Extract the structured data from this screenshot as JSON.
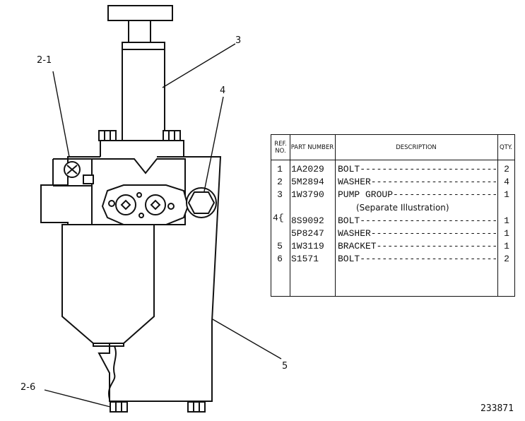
{
  "callouts": {
    "c2_1": "2-1",
    "c3": "3",
    "c4": "4",
    "c5": "5",
    "c2_6": "2-6"
  },
  "table": {
    "headers": {
      "ref": "REF. NO.",
      "part": "PART NUMBER",
      "desc": "DESCRIPTION",
      "qty": "QTY."
    },
    "rows": [
      {
        "ref": "1",
        "part": "1A2029",
        "desc": "BOLT----------------------------",
        "qty": "2"
      },
      {
        "ref": "2",
        "part": "5M2894",
        "desc": "WASHER--------------------------",
        "qty": "4"
      },
      {
        "ref": "3",
        "part": "1W3790",
        "desc": "PUMP GROUP----------------------",
        "qty": "1"
      },
      {
        "ref": "",
        "part": "8S9092",
        "desc": "BOLT----------------------------",
        "qty": "1"
      },
      {
        "ref": "",
        "part": "5P8247",
        "desc": "WASHER--------------------------",
        "qty": "1"
      },
      {
        "ref": "5",
        "part": "1W3119",
        "desc": "BRACKET-------------------------",
        "qty": "1"
      },
      {
        "ref": "6",
        "part": "S1571",
        "desc": "BOLT----------------------------",
        "qty": "2"
      }
    ],
    "note": "(Separate Illustration)",
    "group_ref": "4"
  },
  "figure_number": "233871"
}
